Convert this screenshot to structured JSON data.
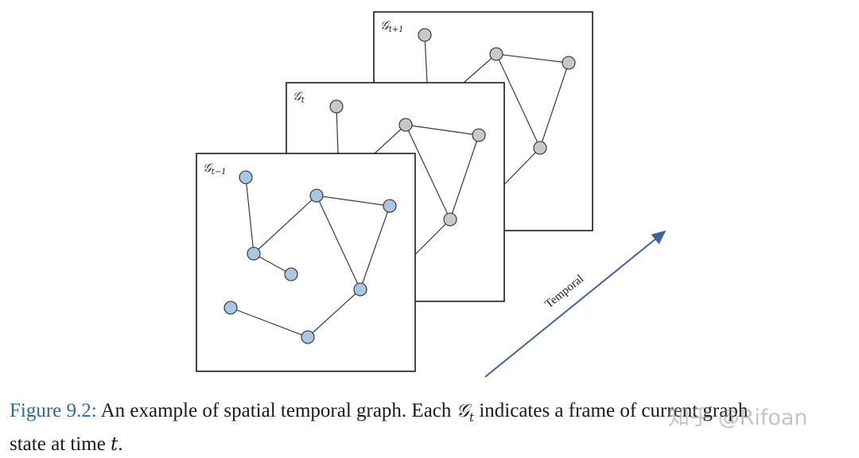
{
  "frames": [
    {
      "id": "t_plus_1",
      "label_base": "𝒢",
      "label_sub": "t+1",
      "node_color": "#c8c8c8",
      "nodes": [
        "n1",
        "n2",
        "n3",
        "n4"
      ],
      "edges": [
        [
          "n1",
          "n1b"
        ],
        [
          "n2",
          "n3"
        ],
        [
          "n2",
          "n4"
        ],
        [
          "n3",
          "n4"
        ]
      ]
    },
    {
      "id": "t",
      "label_base": "𝒢",
      "label_sub": "t",
      "node_color": "#c8c8c8"
    },
    {
      "id": "t_minus_1",
      "label_base": "𝒢",
      "label_sub": "t−1",
      "node_color": "#a9c6e2"
    }
  ],
  "arrow": {
    "label": "Temporal",
    "color": "#3e62a0"
  },
  "caption": {
    "figure_number": "Figure 9.2:",
    "text_part1": " An example of spatial temporal graph. Each ",
    "math_symbol": "𝒢",
    "math_sub": "t",
    "text_part2": " indicates a frame of current graph",
    "line2_prefix": "state at time ",
    "line2_var": "t",
    "line2_suffix": "."
  },
  "watermark": {
    "text": "知乎 @Rifoan"
  },
  "colors": {
    "figure_number": "#2b6a9b",
    "gray_node": "#c8c8c8",
    "blue_node": "#a9c6e2",
    "arrow": "#3e62a0"
  }
}
